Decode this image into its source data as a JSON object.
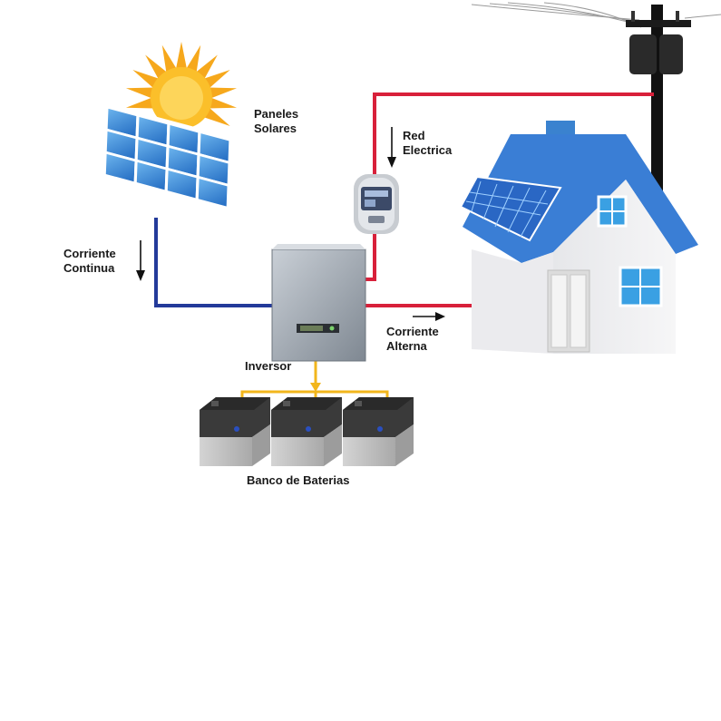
{
  "labels": {
    "paneles": [
      "Paneles",
      "Solares"
    ],
    "red": [
      "Red",
      "Electrica"
    ],
    "continua": [
      "Corriente",
      "Continua"
    ],
    "alterna": [
      "Corriente",
      "Alterna"
    ],
    "inversor": "Inversor",
    "banco": "Banco de Baterias"
  },
  "colors": {
    "dc_wire": "#233a9a",
    "ac_wire": "#d8203a",
    "battery_wire": "#f2b61c",
    "panel_blue": "#2b7fd1",
    "roof_blue": "#3b7fd4"
  },
  "icons": [
    "sun-icon",
    "solar-panel-icon",
    "power-pole-icon",
    "electric-meter-icon",
    "inverter-icon",
    "house-icon",
    "battery-icon"
  ]
}
